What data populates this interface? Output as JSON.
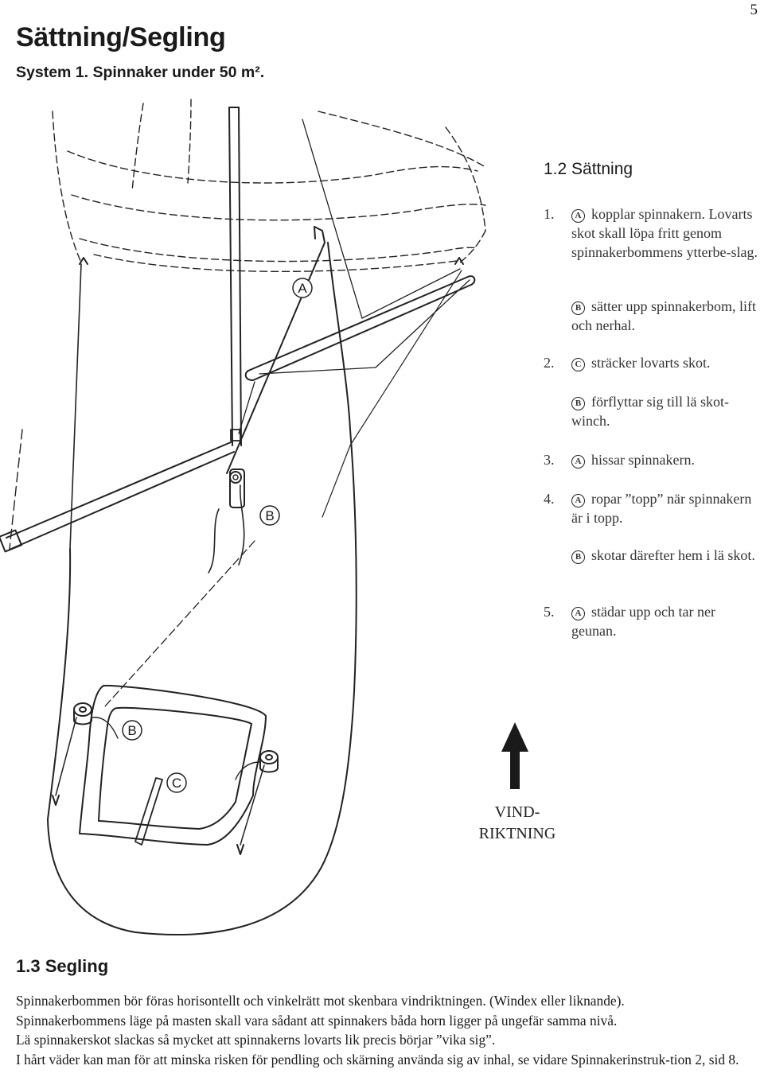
{
  "page": {
    "number": "5"
  },
  "header": {
    "title": "Sättning/Segling",
    "subtitle": "System 1. Spinnaker under 50 m²."
  },
  "illustration": {
    "labels": {
      "a": "A",
      "b_mast": "B",
      "b_cockpit": "B",
      "c": "C"
    }
  },
  "setting": {
    "heading": "1.2 Sättning",
    "steps": [
      {
        "num": "1.",
        "badge": "A",
        "text": "kopplar spinnakern. Lovarts skot skall löpa fritt genom spinnakerbommens ytterbe-slag."
      },
      {
        "num": "",
        "badge": "B",
        "text": "sätter upp spinnakerbom, lift och nerhal."
      },
      {
        "num": "2.",
        "badge": "C",
        "text": "sträcker lovarts skot."
      },
      {
        "num": "",
        "badge": "B",
        "text": "förflyttar sig till lä skot-winch."
      },
      {
        "num": "3.",
        "badge": "A",
        "text": "hissar spinnakern."
      },
      {
        "num": "4.",
        "badge": "A",
        "text": "ropar ”topp” när spinnakern är i topp."
      },
      {
        "num": "",
        "badge": "B",
        "text": "skotar därefter hem i lä skot."
      },
      {
        "num": "5.",
        "badge": "A",
        "text": "städar upp och tar ner geunan."
      }
    ]
  },
  "wind": {
    "line1": "VIND-",
    "line2": "RIKTNING"
  },
  "sailing": {
    "heading": "1.3 Segling",
    "paragraphs": [
      "Spinnakerbommen bör föras horisontellt och vinkelrätt mot skenbara vindriktningen. (Windex eller liknande).",
      "Spinnakerbommens läge på masten skall vara sådant att spinnakers båda horn ligger på ungefär samma nivå.",
      "Lä spinnakerskot slackas så mycket att spinnakerns lovarts lik precis börjar ”vika sig”.",
      "I hårt väder kan man för att minska risken för pendling och skärning använda sig av inhal, se vidare Spinnakerinstruk-tion 2, sid 8."
    ]
  }
}
